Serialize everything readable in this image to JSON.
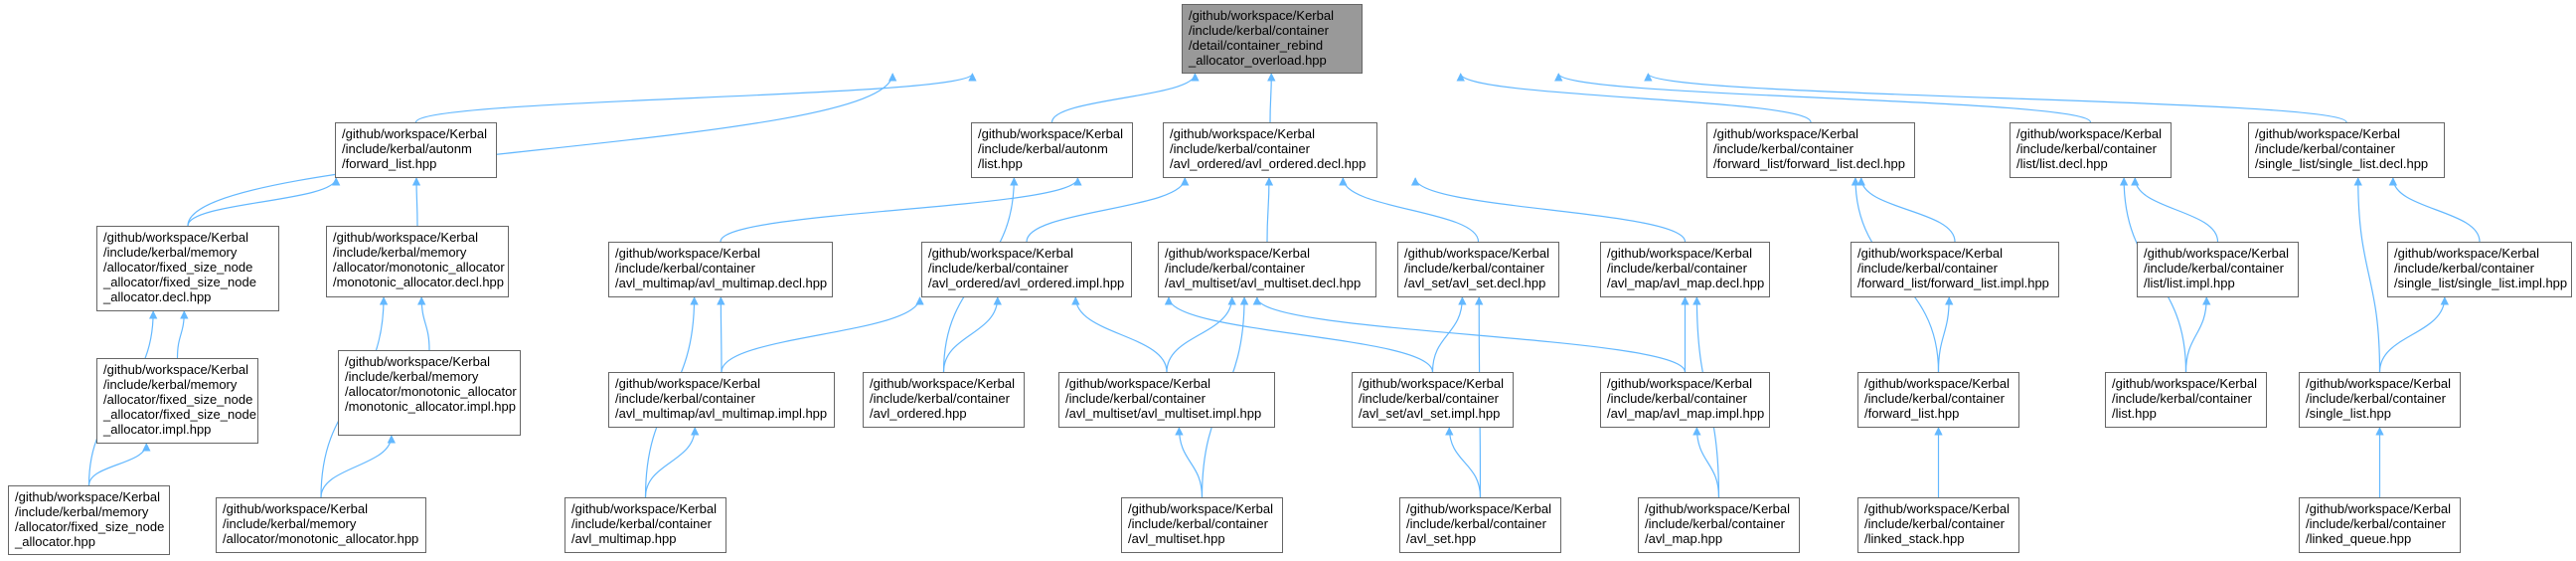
{
  "diagram": {
    "nodes": [
      {
        "id": "root",
        "focus": true,
        "label": "/github/workspace/Kerbal\n/include/kerbal/container\n/detail/container_rebind\n_allocator_overload.hpp"
      },
      {
        "id": "autonm_forward_list",
        "label": "/github/workspace/Kerbal\n/include/kerbal/autonm\n/forward_list.hpp"
      },
      {
        "id": "autonm_list",
        "label": "/github/workspace/Kerbal\n/include/kerbal/autonm\n/list.hpp"
      },
      {
        "id": "avl_ordered_decl",
        "label": "/github/workspace/Kerbal\n/include/kerbal/container\n/avl_ordered/avl_ordered.decl.hpp"
      },
      {
        "id": "forward_list_decl",
        "label": "/github/workspace/Kerbal\n/include/kerbal/container\n/forward_list/forward_list.decl.hpp"
      },
      {
        "id": "list_decl",
        "label": "/github/workspace/Kerbal\n/include/kerbal/container\n/list/list.decl.hpp"
      },
      {
        "id": "single_list_decl",
        "label": "/github/workspace/Kerbal\n/include/kerbal/container\n/single_list/single_list.decl.hpp"
      },
      {
        "id": "fsn_decl",
        "label": "/github/workspace/Kerbal\n/include/kerbal/memory\n/allocator/fixed_size_node\n_allocator/fixed_size_node\n_allocator.decl.hpp"
      },
      {
        "id": "mono_decl",
        "label": "/github/workspace/Kerbal\n/include/kerbal/memory\n/allocator/monotonic_allocator\n/monotonic_allocator.decl.hpp"
      },
      {
        "id": "avl_multimap_decl",
        "label": "/github/workspace/Kerbal\n/include/kerbal/container\n/avl_multimap/avl_multimap.decl.hpp"
      },
      {
        "id": "avl_ordered_impl",
        "label": "/github/workspace/Kerbal\n/include/kerbal/container\n/avl_ordered/avl_ordered.impl.hpp"
      },
      {
        "id": "avl_multiset_decl",
        "label": "/github/workspace/Kerbal\n/include/kerbal/container\n/avl_multiset/avl_multiset.decl.hpp"
      },
      {
        "id": "avl_set_decl",
        "label": "/github/workspace/Kerbal\n/include/kerbal/container\n/avl_set/avl_set.decl.hpp"
      },
      {
        "id": "avl_map_decl",
        "label": "/github/workspace/Kerbal\n/include/kerbal/container\n/avl_map/avl_map.decl.hpp"
      },
      {
        "id": "forward_list_impl",
        "label": "/github/workspace/Kerbal\n/include/kerbal/container\n/forward_list/forward_list.impl.hpp"
      },
      {
        "id": "list_impl",
        "label": "/github/workspace/Kerbal\n/include/kerbal/container\n/list/list.impl.hpp"
      },
      {
        "id": "single_list_impl",
        "label": "/github/workspace/Kerbal\n/include/kerbal/container\n/single_list/single_list.impl.hpp"
      },
      {
        "id": "fsn_impl",
        "label": "/github/workspace/Kerbal\n/include/kerbal/memory\n/allocator/fixed_size_node\n_allocator/fixed_size_node\n_allocator.impl.hpp"
      },
      {
        "id": "mono_impl",
        "label": "/github/workspace/Kerbal\n/include/kerbal/memory\n/allocator/monotonic_allocator\n/monotonic_allocator.impl.hpp"
      },
      {
        "id": "avl_multimap_impl",
        "label": "/github/workspace/Kerbal\n/include/kerbal/container\n/avl_multimap/avl_multimap.impl.hpp"
      },
      {
        "id": "avl_ordered",
        "label": "/github/workspace/Kerbal\n/include/kerbal/container\n/avl_ordered.hpp"
      },
      {
        "id": "avl_multiset_impl",
        "label": "/github/workspace/Kerbal\n/include/kerbal/container\n/avl_multiset/avl_multiset.impl.hpp"
      },
      {
        "id": "avl_set_impl",
        "label": "/github/workspace/Kerbal\n/include/kerbal/container\n/avl_set/avl_set.impl.hpp"
      },
      {
        "id": "avl_map_impl",
        "label": "/github/workspace/Kerbal\n/include/kerbal/container\n/avl_map/avl_map.impl.hpp"
      },
      {
        "id": "forward_list",
        "label": "/github/workspace/Kerbal\n/include/kerbal/container\n/forward_list.hpp"
      },
      {
        "id": "list",
        "label": "/github/workspace/Kerbal\n/include/kerbal/container\n/list.hpp"
      },
      {
        "id": "single_list",
        "label": "/github/workspace/Kerbal\n/include/kerbal/container\n/single_list.hpp"
      },
      {
        "id": "fsn",
        "label": "/github/workspace/Kerbal\n/include/kerbal/memory\n/allocator/fixed_size_node\n_allocator.hpp"
      },
      {
        "id": "mono",
        "label": "/github/workspace/Kerbal\n/include/kerbal/memory\n/allocator/monotonic_allocator.hpp"
      },
      {
        "id": "avl_multimap",
        "label": "/github/workspace/Kerbal\n/include/kerbal/container\n/avl_multimap.hpp"
      },
      {
        "id": "avl_multiset",
        "label": "/github/workspace/Kerbal\n/include/kerbal/container\n/avl_multiset.hpp"
      },
      {
        "id": "avl_set",
        "label": "/github/workspace/Kerbal\n/include/kerbal/container\n/avl_set.hpp"
      },
      {
        "id": "avl_map",
        "label": "/github/workspace/Kerbal\n/include/kerbal/container\n/avl_map.hpp"
      },
      {
        "id": "linked_stack",
        "label": "/github/workspace/Kerbal\n/include/kerbal/container\n/linked_stack.hpp"
      },
      {
        "id": "linked_queue",
        "label": "/github/workspace/Kerbal\n/include/kerbal/container\n/linked_queue.hpp"
      }
    ],
    "edges": [
      [
        "root",
        "autonm_forward_list"
      ],
      [
        "root",
        "autonm_list"
      ],
      [
        "root",
        "avl_ordered_decl"
      ],
      [
        "root",
        "forward_list_decl"
      ],
      [
        "root",
        "list_decl"
      ],
      [
        "root",
        "single_list_decl"
      ],
      [
        "root",
        "fsn_decl"
      ],
      [
        "autonm_forward_list",
        "fsn_decl"
      ],
      [
        "autonm_forward_list",
        "mono_decl"
      ],
      [
        "autonm_list",
        "avl_ordered"
      ],
      [
        "fsn_decl",
        "fsn_impl"
      ],
      [
        "fsn_decl",
        "fsn"
      ],
      [
        "fsn_impl",
        "fsn"
      ],
      [
        "mono_decl",
        "mono_impl"
      ],
      [
        "mono_decl",
        "mono"
      ],
      [
        "mono_impl",
        "mono"
      ],
      [
        "avl_ordered_decl",
        "avl_multimap_decl"
      ],
      [
        "avl_ordered_decl",
        "avl_ordered_impl"
      ],
      [
        "avl_ordered_decl",
        "avl_multiset_decl"
      ],
      [
        "avl_ordered_decl",
        "avl_set_decl"
      ],
      [
        "avl_ordered_decl",
        "avl_map_decl"
      ],
      [
        "avl_multimap_decl",
        "avl_multimap_impl"
      ],
      [
        "avl_multimap_decl",
        "avl_multimap"
      ],
      [
        "avl_multimap_impl",
        "avl_multimap"
      ],
      [
        "avl_ordered_impl",
        "avl_multimap_impl"
      ],
      [
        "avl_ordered_impl",
        "avl_ordered"
      ],
      [
        "avl_ordered_impl",
        "avl_multiset_impl"
      ],
      [
        "avl_ordered_impl",
        "avl_set_impl"
      ],
      [
        "avl_ordered_impl",
        "avl_map_impl"
      ],
      [
        "avl_multiset_decl",
        "avl_multiset_impl"
      ],
      [
        "avl_multiset_decl",
        "avl_multiset"
      ],
      [
        "avl_multiset_impl",
        "avl_multiset"
      ],
      [
        "avl_set_decl",
        "avl_set_impl"
      ],
      [
        "avl_set_decl",
        "avl_set"
      ],
      [
        "avl_set_impl",
        "avl_set"
      ],
      [
        "avl_map_decl",
        "avl_map_impl"
      ],
      [
        "avl_map_decl",
        "avl_map"
      ],
      [
        "avl_map_impl",
        "avl_map"
      ],
      [
        "forward_list_decl",
        "forward_list_impl"
      ],
      [
        "forward_list_decl",
        "forward_list"
      ],
      [
        "forward_list_impl",
        "forward_list"
      ],
      [
        "forward_list",
        "linked_stack"
      ],
      [
        "list_decl",
        "list_impl"
      ],
      [
        "list_decl",
        "list"
      ],
      [
        "list_impl",
        "list"
      ],
      [
        "single_list_decl",
        "single_list_impl"
      ],
      [
        "single_list_decl",
        "single_list"
      ],
      [
        "single_list_impl",
        "single_list"
      ],
      [
        "single_list",
        "linked_queue"
      ]
    ],
    "colors": {
      "edge": "#63b8ff",
      "border": "#666666",
      "focus_fill": "#999999",
      "node_fill": "#ffffff",
      "text": "#000000"
    }
  }
}
